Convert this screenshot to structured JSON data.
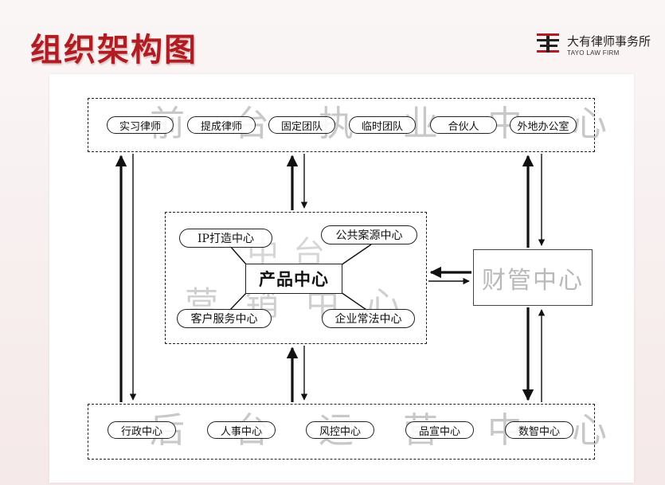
{
  "header": {
    "title": "组织架构图",
    "logo_name": "大有律师事务所",
    "logo_en": "TAYO LAW FIRM"
  },
  "front_center": {
    "watermark": "前台执业中心",
    "units": [
      "实习律师",
      "提成律师",
      "固定团队",
      "临时团队",
      "合伙人",
      "外地办公室"
    ]
  },
  "middle_center": {
    "watermark_1": "中台",
    "watermark_2": "营销中心",
    "core": "产品中心",
    "satellites": [
      "IP打造中心",
      "公共案源中心",
      "客户服务中心",
      "企业常法中心"
    ]
  },
  "finance": {
    "label": "财管中心"
  },
  "back_center": {
    "watermark": "后台运营中心",
    "units": [
      "行政中心",
      "人事中心",
      "风控中心",
      "品宣中心",
      "数智中心"
    ]
  },
  "colors": {
    "title_red": "#b01c22",
    "line": "#111111",
    "watermark_gray": "#c8c8c8"
  }
}
